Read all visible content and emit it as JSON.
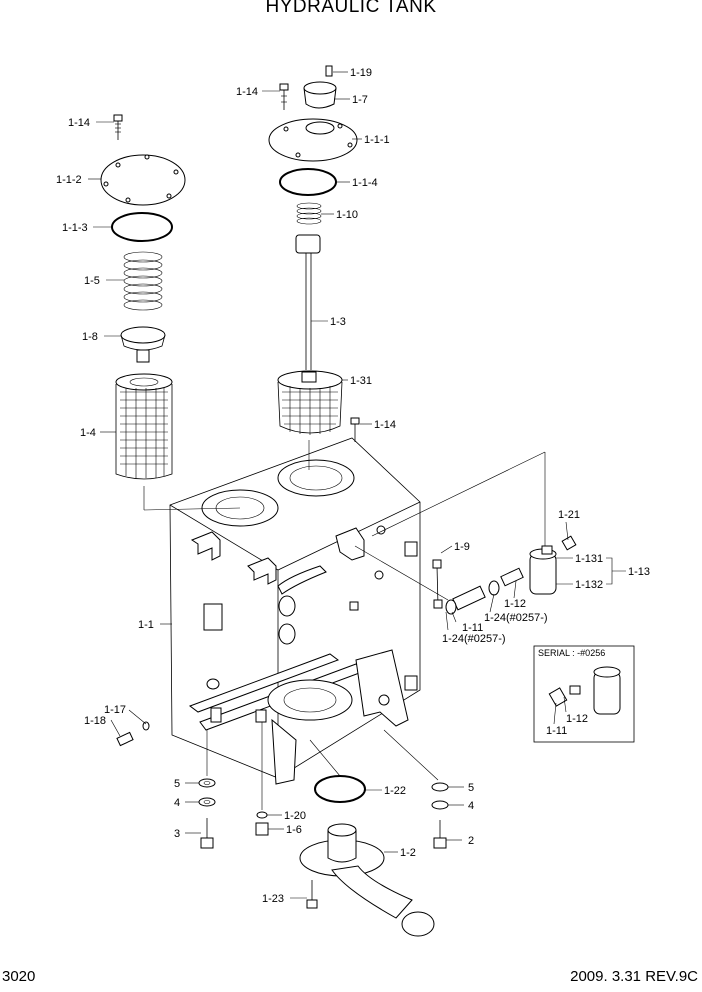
{
  "title": "HYDRAULIC TANK",
  "page_number": "3020",
  "revision": "2009. 3.31  REV.9C",
  "serial_box_label": "SERIAL : -#0256",
  "callouts": [
    "1-19",
    "1-14",
    "1-7",
    "1-1-1",
    "1-1-4",
    "1-10",
    "1-3",
    "1-31",
    "1-14",
    "1-14",
    "1-1-2",
    "1-1-3",
    "1-5",
    "1-8",
    "1-4",
    "1-21",
    "1-9",
    "1-131",
    "1-13",
    "1-132",
    "1-12",
    "1-24(#0257-)",
    "1-11",
    "1-24(#0257-)",
    "1-1",
    "1-12",
    "1-11",
    "1-17",
    "1-18",
    "5",
    "4",
    "3",
    "1-20",
    "1-6",
    "1-22",
    "5",
    "4",
    "2",
    "1-2",
    "1-23"
  ]
}
